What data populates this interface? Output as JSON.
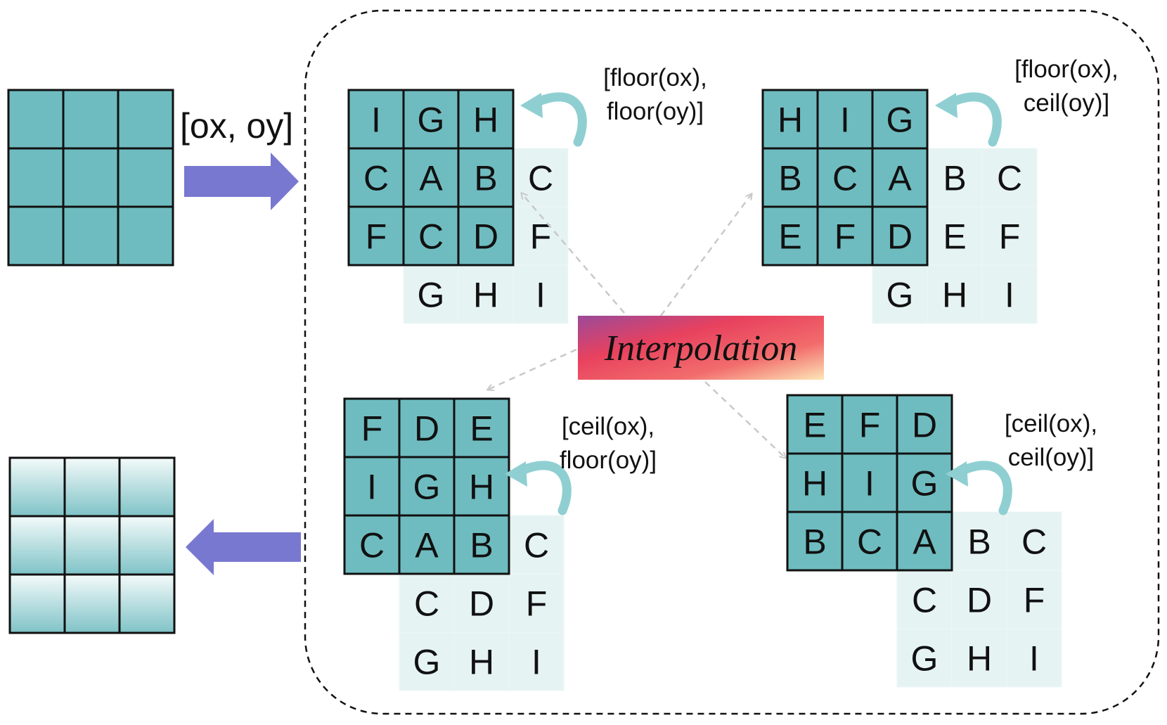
{
  "input_grid": {
    "rows": 3,
    "cols": 3,
    "color": "#6fbcc0"
  },
  "output_grid": {
    "rows": 3,
    "cols": 3,
    "gradient_top": "#f4fafa",
    "gradient_bottom": "#7fc3c7"
  },
  "shift_label": "[ox, oy]",
  "interpolation_label": "Interpolation",
  "colors": {
    "teal": "#6fbcc0",
    "pale": "#e6f3f3",
    "arrow": "#7878d0",
    "curl": "#8fcfd2",
    "connector": "#c9c9c9",
    "box_border": "#111111",
    "interp_gradient": [
      "#9b4a9a",
      "#e8415e",
      "#f26c6c",
      "#fde6b6"
    ]
  },
  "panels": [
    {
      "name": "floor-floor",
      "label_lines": [
        "[floor(ox),",
        "floor(oy)]"
      ],
      "shifted": [
        [
          "I",
          "G",
          "H"
        ],
        [
          "C",
          "A",
          "B"
        ],
        [
          "F",
          "C",
          "D"
        ]
      ],
      "background": [
        [
          "",
          "",
          "",
          ""
        ],
        [
          "",
          "",
          "",
          "C"
        ],
        [
          "",
          "",
          "",
          "F"
        ],
        [
          "",
          "G",
          "H",
          "I"
        ]
      ]
    },
    {
      "name": "floor-ceil",
      "label_lines": [
        "[floor(ox),",
        "ceil(oy)]"
      ],
      "shifted": [
        [
          "H",
          "I",
          "G"
        ],
        [
          "B",
          "C",
          "A"
        ],
        [
          "E",
          "F",
          "D"
        ]
      ],
      "background": [
        [
          "",
          "",
          "",
          "",
          ""
        ],
        [
          "",
          "",
          "",
          "B",
          "C"
        ],
        [
          "",
          "",
          "",
          "E",
          "F"
        ],
        [
          "",
          "",
          "G",
          "H",
          "I"
        ]
      ]
    },
    {
      "name": "ceil-floor",
      "label_lines": [
        "[ceil(ox),",
        "floor(oy)]"
      ],
      "shifted": [
        [
          "F",
          "D",
          "E"
        ],
        [
          "I",
          "G",
          "H"
        ],
        [
          "C",
          "A",
          "B"
        ]
      ],
      "background": [
        [
          "",
          "",
          "",
          ""
        ],
        [
          "",
          "",
          "",
          ""
        ],
        [
          "",
          "",
          "",
          "C"
        ],
        [
          "",
          "C",
          "D",
          "F"
        ],
        [
          "",
          "G",
          "H",
          "I"
        ]
      ]
    },
    {
      "name": "ceil-ceil",
      "label_lines": [
        "[ceil(ox),",
        "ceil(oy)]"
      ],
      "shifted": [
        [
          "E",
          "F",
          "D"
        ],
        [
          "H",
          "I",
          "G"
        ],
        [
          "B",
          "C",
          "A"
        ]
      ],
      "background": [
        [
          "",
          "",
          "",
          "",
          ""
        ],
        [
          "",
          "",
          "",
          "",
          ""
        ],
        [
          "",
          "",
          "",
          "B",
          "C"
        ],
        [
          "",
          "",
          "C",
          "D",
          "F"
        ],
        [
          "",
          "",
          "G",
          "H",
          "I"
        ]
      ]
    }
  ]
}
